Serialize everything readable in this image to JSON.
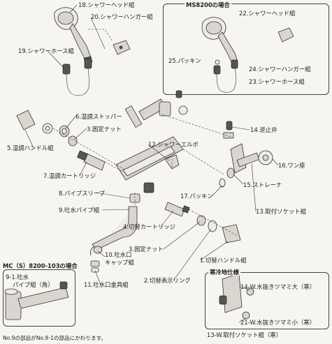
{
  "box_ms8200": {
    "title": "MS8200の場合",
    "labels": {
      "p22": "22.シャワーヘッド組",
      "p25": "25.パッキン",
      "p24": "24.シャワーハンガー組",
      "p23": "23.シャワーホース組"
    }
  },
  "box_mc8200": {
    "title": "MC（S）8200-103の場合",
    "p9_1_line1": "9-1.吐水",
    "p9_1_line2": "パイプ組（角）"
  },
  "box_cold": {
    "title": "寒冷地仕様",
    "p14w": "14-W.水抜きツマミ大（寒）",
    "p21w": "21-W.水抜きツマミ小（寒）",
    "p13w": "13-W.取付ソケット組（寒）"
  },
  "labels": {
    "p18": "18.シャワーヘッド組",
    "p20": "20.シャワーハンガー組",
    "p19": "19.シャワーホース組",
    "p6": "6.温調ストッパー",
    "p3a": "3.固定ナット",
    "p5": "5.温調ハンドル組",
    "p12": "12.シャワーエルボ",
    "p7": "7.温調カートリッジ",
    "p14": "14.逆止弁",
    "p16": "16.ワン座",
    "p15": "15.ストレーナ",
    "p17": "17.パッキン",
    "p8": "8.パイプスリーブ",
    "p9": "9.吐水パイプ組",
    "p13": "13.取付ソケット組",
    "p4": "4.切替カートリッジ",
    "p10_line1": "10.吐水口",
    "p10_line2": "キャップ組",
    "p3b": "3.固定ナット",
    "p1": "1.切替ハンドル組",
    "p11": "11.吐水口金具組",
    "p2": "2.切替表示リング"
  },
  "footnote": "No.9の部品がNo.9-1の部品にかわります。"
}
